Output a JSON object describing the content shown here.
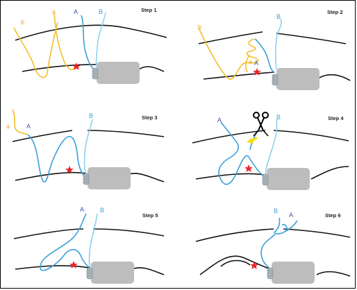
{
  "steps": [
    {
      "title": "Step 1",
      "thread_labels": {
        "b_yellow": "b",
        "a_yellow": "a",
        "a_blue": "A",
        "b_blue": "B"
      }
    },
    {
      "title": "Step 2",
      "thread_labels": {
        "b_yellow": "b",
        "a_yellow": "a",
        "a_blue": "A",
        "b_blue": "B"
      }
    },
    {
      "title": "Step 3",
      "thread_labels": {
        "a_yellow": "a",
        "a_blue": "A",
        "b_blue": "B"
      }
    },
    {
      "title": "Step 4",
      "thread_labels": {
        "a_blue": "A",
        "b_blue": "B"
      }
    },
    {
      "title": "Step 5",
      "thread_labels": {
        "a_blue": "A",
        "b_blue": "B"
      }
    },
    {
      "title": "Step 6",
      "thread_labels": {
        "b_blue": "B",
        "a_blue": "A"
      }
    }
  ],
  "colors": {
    "tissue_line": "#111111",
    "thread_yellow": "#f2bf27",
    "thread_blue": "#3a9fd8",
    "thread_light_blue": "#8fd0ee",
    "device_body": "#bdbdbd",
    "device_cap": "#a9b4bb",
    "target_star": "#e8242a",
    "letter_blue": "#3b4fb0",
    "letter_yellow": "#e5a92a",
    "scissors": "#000000",
    "arrow": "#f5dd11"
  }
}
